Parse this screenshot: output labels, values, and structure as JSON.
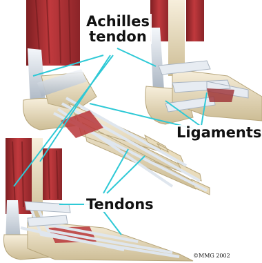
{
  "labels": {
    "achilles_line1": "Achilles",
    "achilles_line2": "tendon",
    "ligaments": "Ligaments",
    "tendons": "Tendons"
  },
  "copyright": "©MMG 2002",
  "colors": {
    "bone": "#efe4c8",
    "bone_shade": "#cdbd95",
    "muscle": "#b8363a",
    "muscle_dark": "#7e1f22",
    "tendon": "#e7ecf2",
    "tendon_shade": "#a9b4c1",
    "leader": "#2ec9d6"
  }
}
